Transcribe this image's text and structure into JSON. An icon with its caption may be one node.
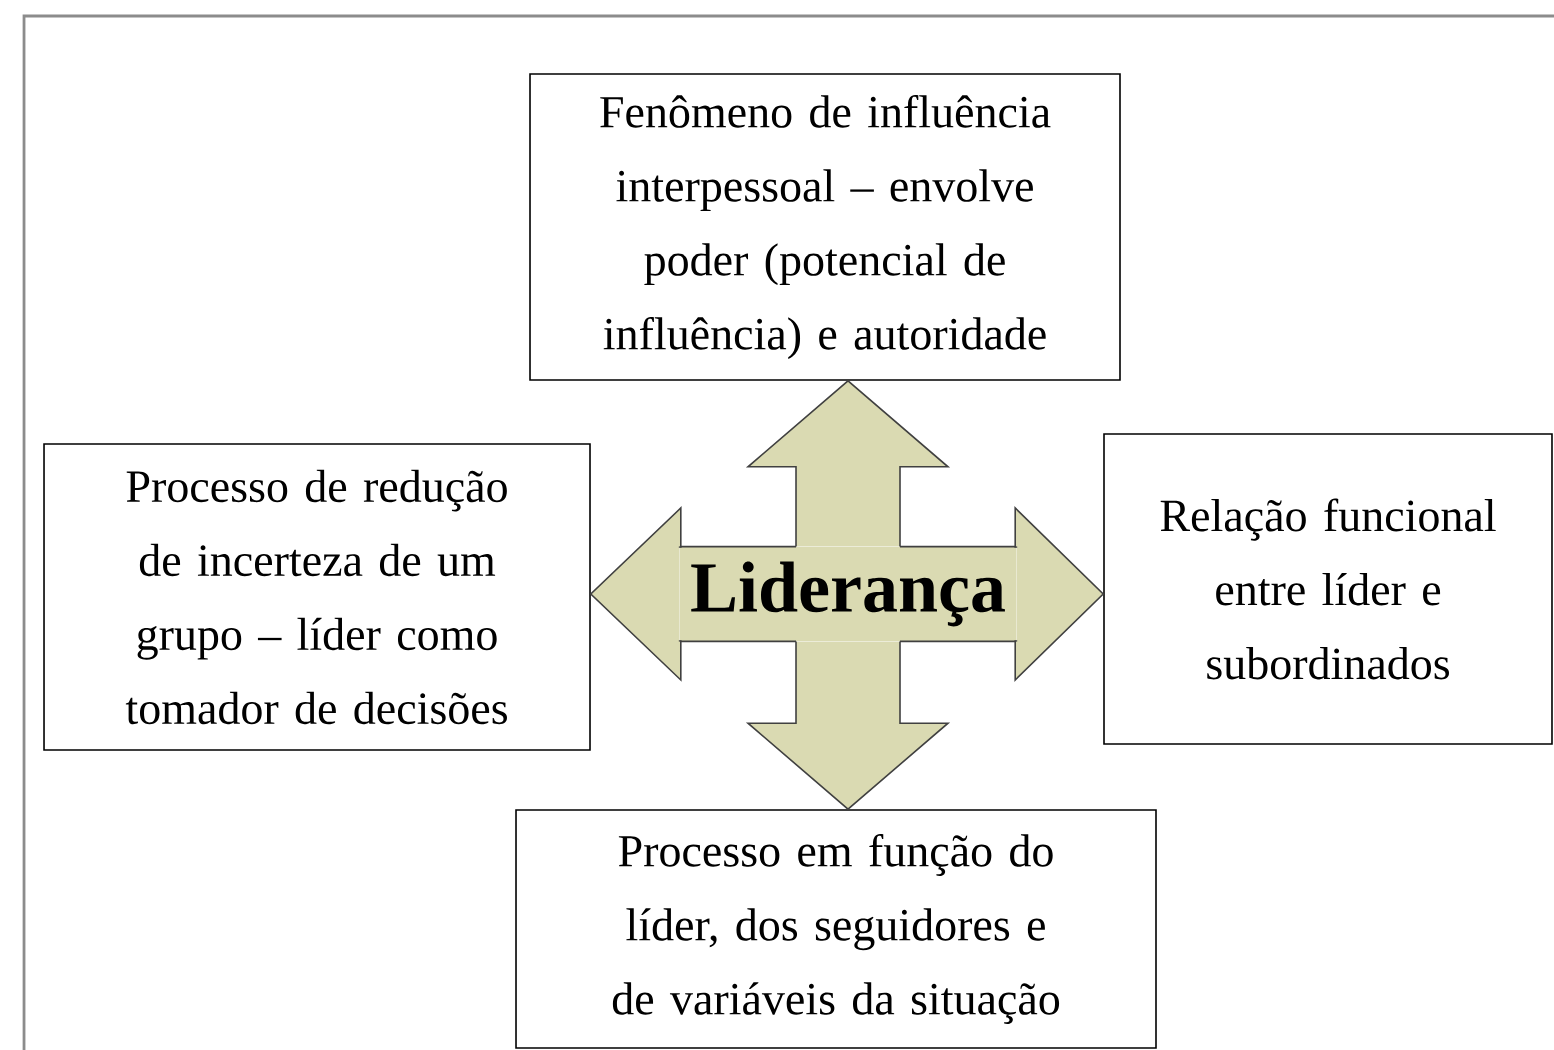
{
  "diagram": {
    "nodes": [
      {
        "text": [
          "Fenômeno de influência interpessoal – envolve poder (potencial de influência) e autoridade"
        ]
      },
      {
        "text": [
          "Processo de redução de incerteza de um grupo – líder como tomador de decisões"
        ]
      },
      {
        "text": [
          "Liderança"
        ]
      },
      {
        "text": [
          "Relação funcional entre líder e subordinados"
        ]
      },
      {
        "text": [
          "Processo em função do líder, dos seguidores e de variáveis da situação"
        ]
      }
    ],
    "edges": [
      {
        "from": 2,
        "to": 0,
        "arrow": "to"
      },
      {
        "from": 2,
        "to": 1,
        "arrow": "to"
      },
      {
        "from": 2,
        "to": 3,
        "arrow": "to"
      },
      {
        "from": 2,
        "to": 4,
        "arrow": "to"
      }
    ]
  }
}
